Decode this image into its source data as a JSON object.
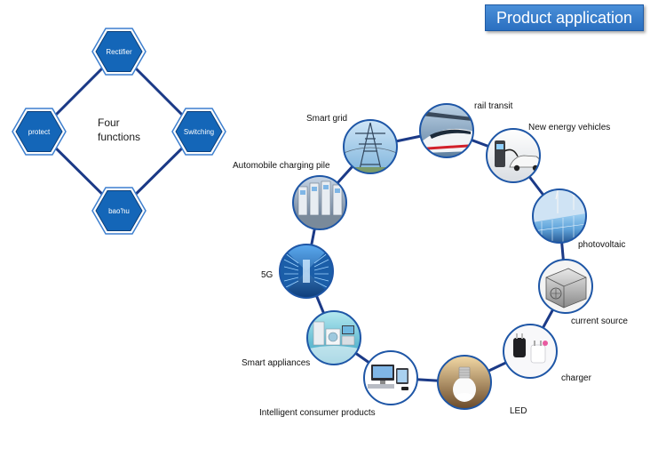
{
  "header": {
    "title": "Product application"
  },
  "functions": {
    "center_line1": "Four",
    "center_line2": "functions",
    "nodes": [
      {
        "label": "Rectifier"
      },
      {
        "label": "protect"
      },
      {
        "label": "Switching"
      },
      {
        "label": "bao'hu"
      }
    ]
  },
  "applications": [
    {
      "label": "Smart grid",
      "icon": "power-tower-icon"
    },
    {
      "label": "rail transit",
      "icon": "bullet-train-icon"
    },
    {
      "label": "New energy vehicles",
      "icon": "ev-charging-icon"
    },
    {
      "label": "photovoltaic",
      "icon": "solar-panel-icon"
    },
    {
      "label": "current source",
      "icon": "power-supply-icon"
    },
    {
      "label": "charger",
      "icon": "charger-adapter-icon"
    },
    {
      "label": "LED",
      "icon": "led-bulb-icon"
    },
    {
      "label": "Intelligent consumer products",
      "icon": "consumer-devices-icon"
    },
    {
      "label": "Smart appliances",
      "icon": "home-appliances-icon"
    },
    {
      "label": "5G",
      "icon": "server-room-icon"
    },
    {
      "label": "Automobile charging pile",
      "icon": "charging-pile-icon"
    }
  ],
  "colors": {
    "hex_fill": "#1466b8",
    "hex_border": "#0c3f7a",
    "hex_outline": "#3d7fcf",
    "connector": "#1b3a87",
    "ring_border": "#1e56a6"
  }
}
